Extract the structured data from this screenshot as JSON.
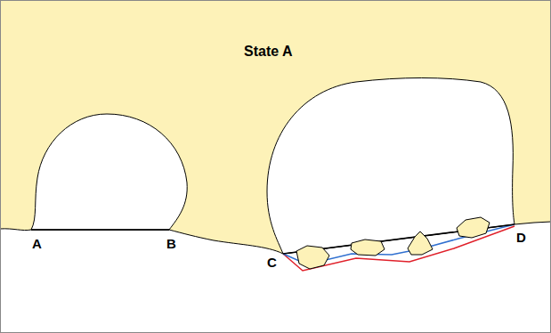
{
  "diagram": {
    "title": "State A",
    "labels": [
      "A",
      "B",
      "C",
      "D"
    ]
  }
}
